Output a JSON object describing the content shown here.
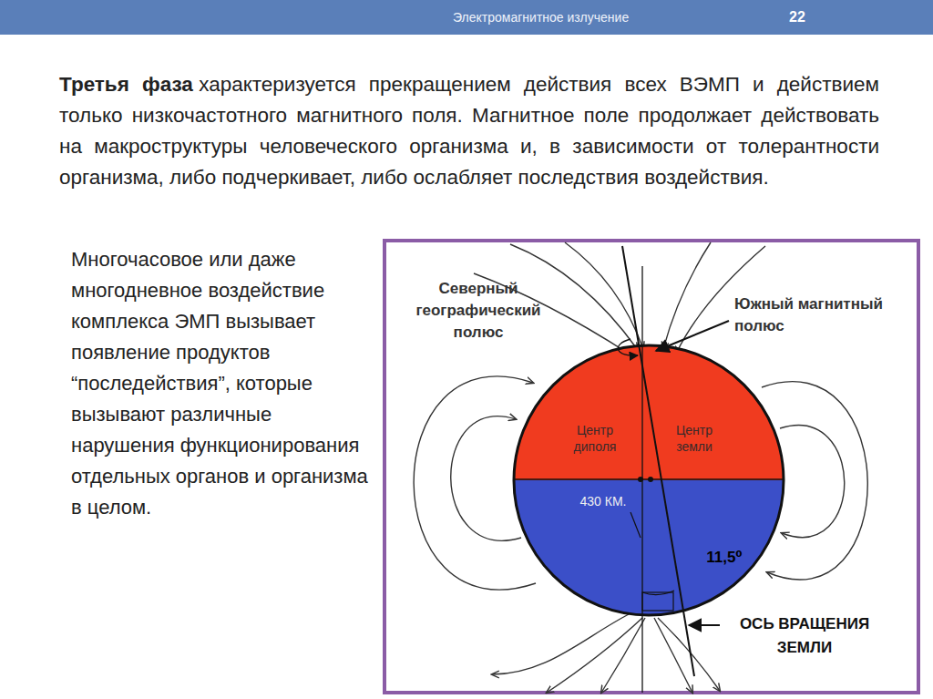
{
  "diagram": {
    "title": "Электромагнитное излучение",
    "nodes": [
      {
        "text": [
          "Центр диполя",
          "Центр земли",
          "430 КМ.",
          "11,5⁰"
        ]
      }
    ],
    "labels": [
      "22",
      "Третья фаза",
      "характеризуется прекращением действия всех ВЭМП и действием только низкочастотного магнитного поля. Магнитное поле продолжает действовать на макроструктуры человеческого организма и, в зависимости от толерантности организма, либо подчеркивает, либо ослабляет последствия воздействия.",
      "Многочасовое или даже многодневное воздействие комплекса ЭМП вызывает появление продуктов “последействия”, которые вызывают различные нарушения функционирования отдельных органов и организма в целом.",
      "Северный географический полюс",
      "Южный магнитный полюс",
      "ОСЬ ВРАЩЕНИЯ ЗЕМЛИ"
    ]
  }
}
